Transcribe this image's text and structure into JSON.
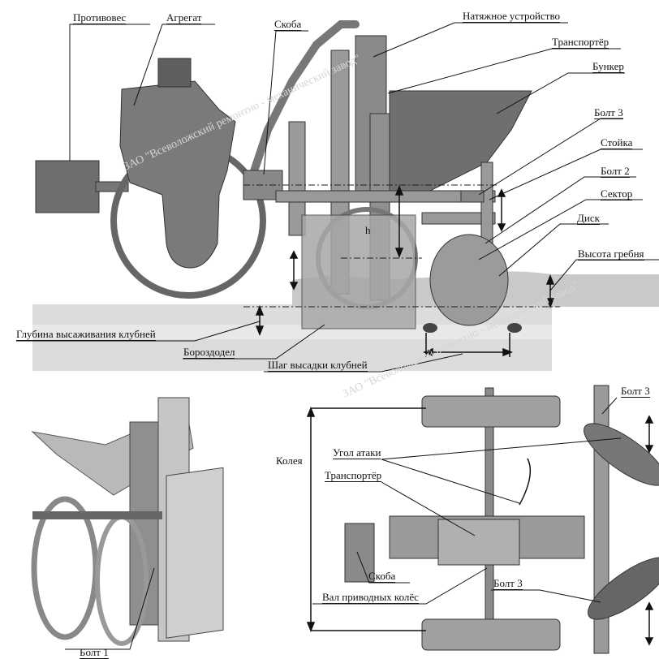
{
  "diagram": {
    "labels": {
      "counterweight": "Противовес",
      "unit": "Агрегат",
      "bracket_top": "Скоба",
      "tensioner": "Натяжное устройство",
      "conveyor_top": "Транспортёр",
      "hopper": "Бункер",
      "bolt3_top": "Болт 3",
      "post": "Стойка",
      "bolt2": "Болт 2",
      "sector": "Сектор",
      "disc": "Диск",
      "ridge_height": "Высота гребня",
      "h_mark": "h",
      "planting_depth": "Глубина высаживания клубней",
      "furrower": "Бороздодел",
      "planting_step": "Шаг высадки клубней",
      "bolt1": "Болт 1",
      "track": "Колея",
      "attack_angle": "Угол атаки",
      "conveyor_bottom": "Транспортёр",
      "bracket_bottom": "Скоба",
      "bolt3_bottom": "Болт 3",
      "drive_shaft": "Вал приводных колёс",
      "bolt3_right": "Болт 3"
    },
    "watermark": "ЗАО \"Всеволожский ремонтно - механический завод\""
  }
}
